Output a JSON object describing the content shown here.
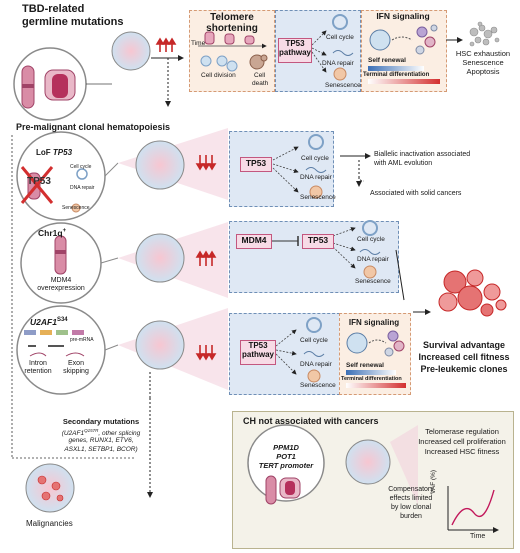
{
  "header": {
    "germline_line1": "TBD-related",
    "germline_line2": "germline mutations"
  },
  "top_row": {
    "telomere_title_1": "Telomere",
    "telomere_title_2": "shortening",
    "time_label": "Time",
    "cell_division": "Cell division",
    "cell_death_1": "Cell",
    "cell_death_2": "death",
    "tp53_pathway_1": "TP53",
    "tp53_pathway_2": "pathway",
    "cell_cycle": "Cell cycle",
    "dna_repair": "DNA repair",
    "senescence": "Senescence",
    "ifn_title": "IFN signaling",
    "self_renewal": "Self renewal",
    "terminal_diff": "Terminal differentiation",
    "outcome_1": "HSC exhaustion",
    "outcome_2": "Senescence",
    "outcome_3": "Apoptosis"
  },
  "section_title": "Pre-malignant clonal hematopoiesis",
  "rows": {
    "row1": {
      "label_prefix": "LoF ",
      "label_gene": "TP53",
      "x_tp53": "TP53",
      "mini_cell_cycle": "Cell cycle",
      "mini_dna_repair": "DNA repair",
      "mini_senescence": "Senescence",
      "box": "TP53",
      "cell_cycle": "Cell cycle",
      "dna_repair": "DNA repair",
      "senescence": "Senescence",
      "outcome_a_1": "Biallelic inactivation associated",
      "outcome_a_2": "with AML evolution",
      "outcome_b": "Associated with solid cancers"
    },
    "row2": {
      "label": "Chr1q",
      "label_sup": "+",
      "mdm4_1": "MDM4",
      "mdm4_2": "overexpression",
      "box_a": "MDM4",
      "box_b": "TP53",
      "cell_cycle": "Cell cycle",
      "dna_repair": "DNA repair",
      "senescence": "Senescence"
    },
    "row3": {
      "label": "U2AF1",
      "label_sup": "S34",
      "pre_mrna": "pre-mRNA",
      "intron_1": "Intron",
      "intron_2": "retention",
      "exon_1": "Exon",
      "exon_2": "skipping",
      "box_1": "TP53",
      "box_2": "pathway",
      "cell_cycle": "Cell cycle",
      "dna_repair": "DNA repair",
      "senescence": "Senescence",
      "ifn_title": "IFN signaling",
      "self_renewal": "Self renewal",
      "terminal_diff": "Terminal differentiation"
    }
  },
  "survival": {
    "line1": "Survival advantage",
    "line2": "Increased cell fitness",
    "line3": "Pre-leukemic clones"
  },
  "secondary": {
    "title": "Secondary mutations",
    "line1": "(U2AF1",
    "line1_sup": "Q157R",
    "line1_rest": ", other splicing",
    "line2": "genes, RUNX1, ETV6,",
    "line3": "ASXL1, SETBP1, BCOR)",
    "malignancies": "Malignancies"
  },
  "ch_box": {
    "title": "CH not associated with cancers",
    "gene1": "PPM1D",
    "gene2": "POT1",
    "gene3": "TERT promoter",
    "effect1": "Telomerase regulation",
    "effect2": "Increased cell proliferation",
    "effect3": "Increased HSC fitness",
    "comp1": "Compensatory",
    "comp2": "effects limited",
    "comp3": "by low clonal",
    "comp4": "burden",
    "vaf": "VAF (%)",
    "time": "Time"
  },
  "colors": {
    "red_arrow": "#c62828",
    "panel_blue": "#dfe8f4",
    "panel_peach": "#fbeee3",
    "pink_box": "#f7dbe6",
    "curve": "#c2185b"
  }
}
